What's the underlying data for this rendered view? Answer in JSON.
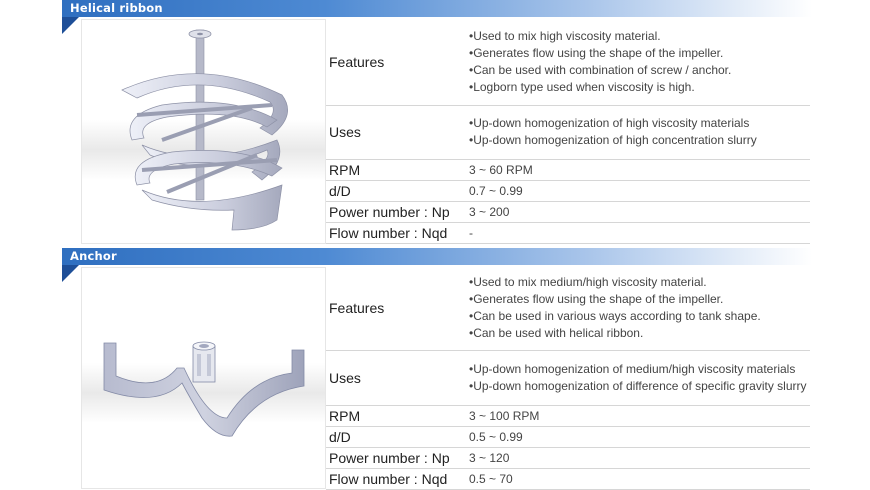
{
  "sections": [
    {
      "title": "Helical ribbon",
      "features_label": "Features",
      "features": [
        "Used to mix high viscosity material.",
        "Generates flow using the shape of the impeller.",
        "Can be used with combination of screw / anchor.",
        "Logborn type used when viscosity is high."
      ],
      "uses_label": "Uses",
      "uses": [
        "Up-down homogenization of high viscosity materials",
        "Up-down homogenization of high concentration slurry"
      ],
      "rpm_label": "RPM",
      "rpm": "3 ~ 60 RPM",
      "dD_label": "d/D",
      "dD": "0.7 ~ 0.99",
      "np_label": "Power number : Np",
      "np": "3 ~ 200",
      "nqd_label": "Flow number : Nqd",
      "nqd": "-"
    },
    {
      "title": "Anchor",
      "features_label": "Features",
      "features": [
        "Used to mix medium/high viscosity material.",
        "Generates flow using the shape of the impeller.",
        "Can be used in various ways according to tank shape.",
        "Can be used with helical ribbon."
      ],
      "uses_label": "Uses",
      "uses": [
        "Up-down homogenization of medium/high viscosity materials",
        "Up-down homogenization of difference of specific gravity slurry"
      ],
      "rpm_label": "RPM",
      "rpm": "3 ~ 100 RPM",
      "dD_label": "d/D",
      "dD": "0.5 ~ 0.99",
      "np_label": "Power number : Np",
      "np": "3 ~ 120",
      "nqd_label": "Flow number : Nqd",
      "nqd": "0.5 ~ 70"
    }
  ]
}
